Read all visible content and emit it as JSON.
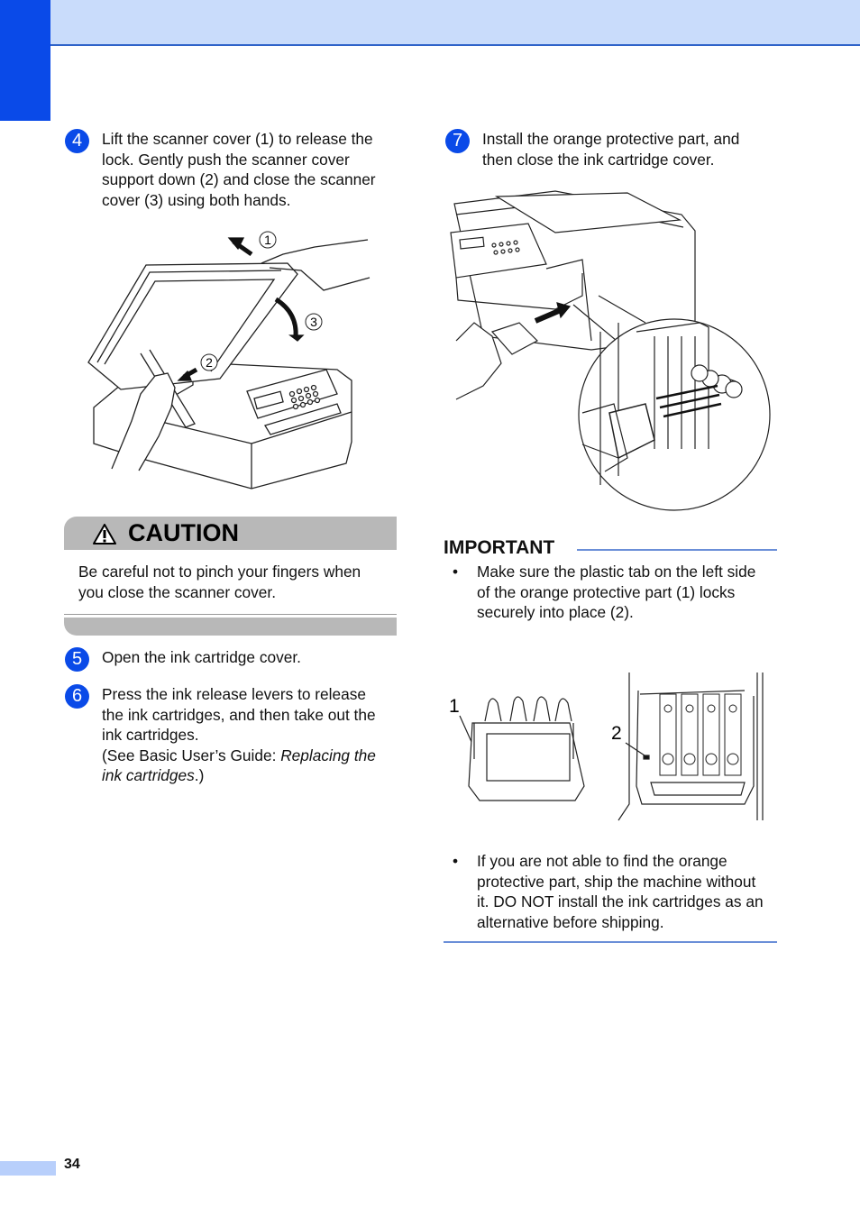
{
  "page_number": "34",
  "steps": {
    "s4": {
      "num": "4",
      "lines": [
        "Lift the scanner cover (1) to release the",
        "lock. Gently push the scanner cover",
        "support down (2) and close the scanner",
        "cover (3) using both hands."
      ]
    },
    "s5": {
      "num": "5",
      "text": "Open the ink cartridge cover."
    },
    "s6": {
      "num": "6",
      "lines": [
        "Press the ink release levers to release",
        "the ink cartridges, and then take out the",
        "ink cartridges."
      ],
      "ref_prefix": "(See Basic User’s Guide: ",
      "ref_italic_1": "Replacing the",
      "ref_italic_2": "ink cartridges",
      "ref_suffix": ".)"
    },
    "s7": {
      "num": "7",
      "lines": [
        "Install the orange protective part, and",
        "then close the ink cartridge cover."
      ]
    }
  },
  "caution": {
    "title": "CAUTION",
    "lines": [
      "Be careful not to pinch your fingers when",
      "you close the scanner cover."
    ]
  },
  "important": {
    "title": "IMPORTANT",
    "bullet1": [
      "Make sure the plastic tab on the left side",
      "of the orange protective part (1) locks",
      "securely into place (2)."
    ],
    "bullet2": [
      "If you are not able to find the orange",
      "protective part, ship the machine without",
      "it. DO NOT install the ink cartridges as an",
      "alternative before shipping."
    ],
    "bullet_char": "•"
  },
  "figure1": {
    "callouts": [
      "1",
      "2",
      "3"
    ]
  },
  "figure3": {
    "labels": [
      "1",
      "2"
    ]
  },
  "colors": {
    "accent_blue": "#0a4ae8",
    "header_band": "#c9dcfb",
    "caution_gray": "#b8b8b8",
    "rule_blue": "#6b8fd8"
  }
}
